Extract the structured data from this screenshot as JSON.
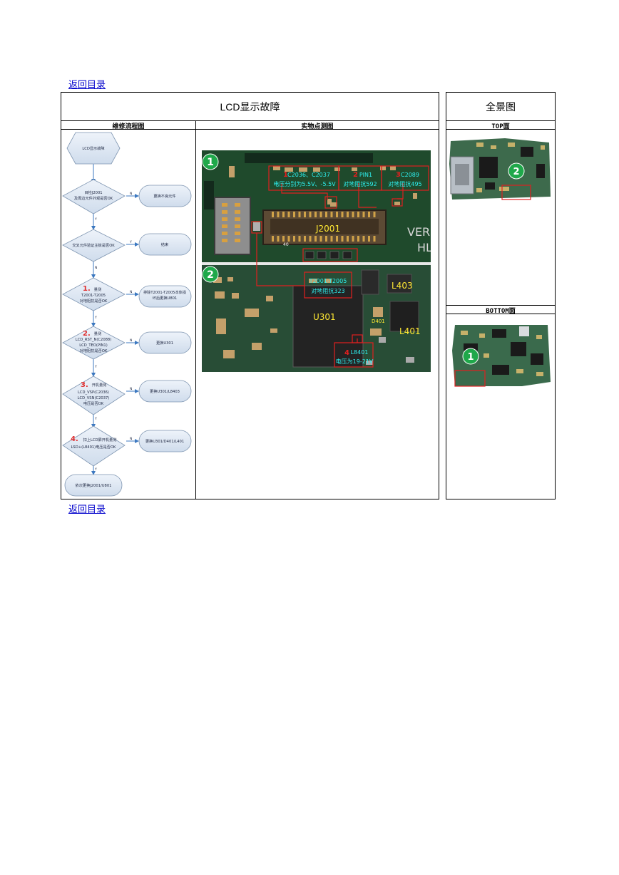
{
  "nav": {
    "back_top": "返回目录",
    "back_bottom": "返回目录"
  },
  "main": {
    "title": "LCD显示故障"
  },
  "panorama": {
    "title": "全景图",
    "top_label": "TOP面",
    "bottom_label": "BOTTOM面",
    "top_marker": "2",
    "bottom_marker": "1"
  },
  "columns": {
    "flow": "维修流程图",
    "measure": "实物点测图"
  },
  "flow": {
    "start": "LCD显示故障",
    "d1": [
      "目检J2001",
      "及周边元件外观是否OK"
    ],
    "a1": "更换不良元件",
    "d2": "交叉元件验证主板是否OK",
    "a2": "结束",
    "d3": [
      "1.",
      "量测",
      "T2001-T2005",
      "对地阻抗是否OK"
    ],
    "a3": [
      "排除T2001-T2005本体损",
      "坏后更换U801"
    ],
    "d4": [
      "2.",
      "量测",
      "LCD_RST_N(C2088)",
      "LCD_TEO(PIN1)",
      "对地阻抗是否OK"
    ],
    "a4": "更换U301",
    "d5": [
      "3.",
      "开机量测",
      "LCD_VSP(C2036)",
      "LCD_VSN(C2037)",
      "电压是否OK"
    ],
    "a5": "更换U301/L8403",
    "d6": [
      "4.",
      "扣上LCD屏开机量测",
      "LSD+(L8401)电压是否OK"
    ],
    "a6": "更换U301/D401/L401",
    "end": "依次更换J2001/U801",
    "yes": "Y",
    "no": "N"
  },
  "measure": {
    "marker1": "1",
    "marker2": "2",
    "n1": "1",
    "n2": "2",
    "n3": "3",
    "n4": "4",
    "c2036_title": "C2036、C2037",
    "c2036_value": "电压分别为5.5V、-5.5V",
    "pin1_title": "PIN1",
    "pin1_value": "对地阻抗592",
    "c2089_title": "C2089",
    "c2089_value": "对地阻抗495",
    "t2001_title": "T2001-T2005",
    "t2001_value": "对地阻抗323",
    "l8401_title": "L8401",
    "l8401_value": "电压为19-21V",
    "j2001": "J2001",
    "u301": "U301",
    "l403": "L403",
    "l401": "L401",
    "d401": "D401",
    "pin40": "40",
    "ver": "VER",
    "hl": "HL"
  }
}
